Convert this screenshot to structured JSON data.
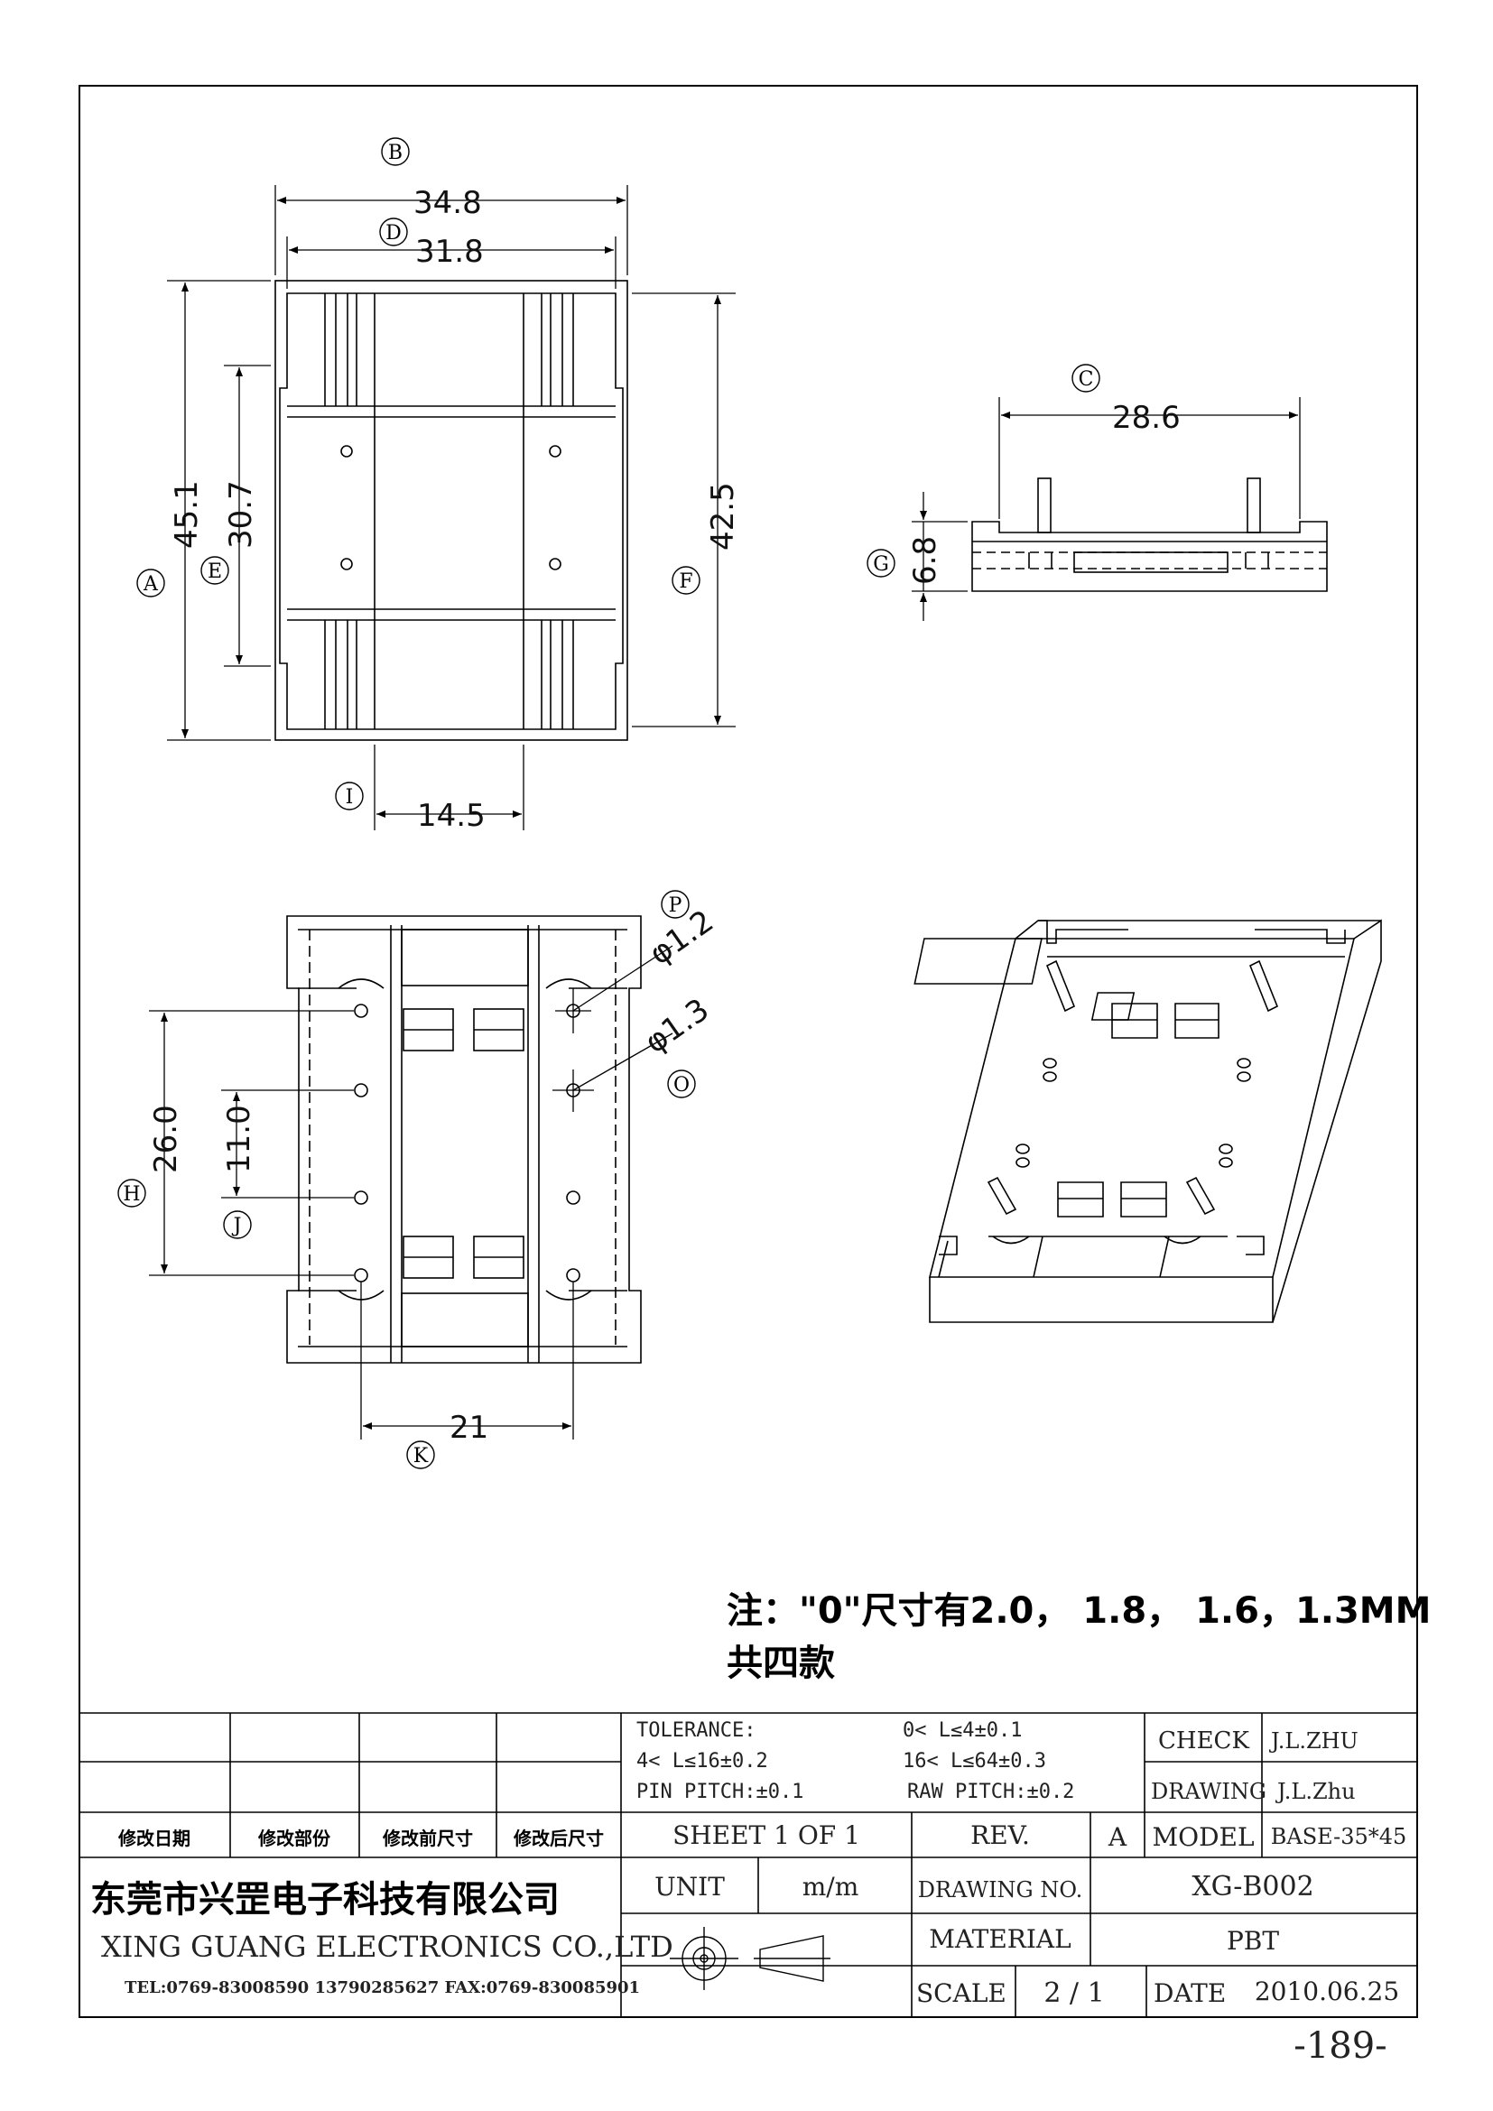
{
  "dims": {
    "b_width": "34.8",
    "d_width": "31.8",
    "a_height": "45.1",
    "e_height": "30.7",
    "f_height": "42.5",
    "i_width": "14.5",
    "c_width": "28.6",
    "g_height": "6.8",
    "h_height": "26.0",
    "j_height": "11.0",
    "k_width": "21",
    "p_dia": "φ1.2",
    "o_dia": "φ1.3"
  },
  "markers": {
    "A": "A",
    "B": "B",
    "C": "C",
    "D": "D",
    "E": "E",
    "F": "F",
    "G": "G",
    "H": "H",
    "I": "I",
    "J": "J",
    "K": "K",
    "O": "O",
    "P": "P"
  },
  "note": {
    "line1": "注：\"0\"尺寸有2.0， 1.8， 1.6，1.3MM",
    "line2": "共四款"
  },
  "title_block": {
    "tolerance_label": "TOLERANCE:",
    "tol1": "0< L≤4±0.1",
    "tol2": "4< L≤16±0.2",
    "tol3": "16< L≤64±0.3",
    "pin_pitch": "PIN PITCH:±0.1",
    "raw_pitch": "RAW PITCH:±0.2",
    "check_label": "CHECK",
    "check_value": "J.L.ZHU",
    "drawing_label": "DRAWING",
    "drawing_value": "J.L.Zhu",
    "rev_col1": "修改日期",
    "rev_col2": "修改部份",
    "rev_col3": "修改前尺寸",
    "rev_col4": "修改后尺寸",
    "sheet": "SHEET 1 OF 1",
    "rev_label": "REV.",
    "rev_value": "A",
    "model_label": "MODEL",
    "model_value": "BASE-35*45",
    "company_cn": "东莞市兴罡电子科技有限公司",
    "company_en": "XING GUANG ELECTRONICS CO.,LTD",
    "contact": "TEL:0769-83008590 13790285627 FAX:0769-830085901",
    "unit_label": "UNIT",
    "unit_value": "m/m",
    "drawing_no_label": "DRAWING NO.",
    "drawing_no_value": "XG-B002",
    "material_label": "MATERIAL",
    "material_value": "PBT",
    "scale_label": "SCALE",
    "scale_value": "2 / 1",
    "date_label": "DATE",
    "date_value": "2010.06.25"
  },
  "page_number": "-189-"
}
